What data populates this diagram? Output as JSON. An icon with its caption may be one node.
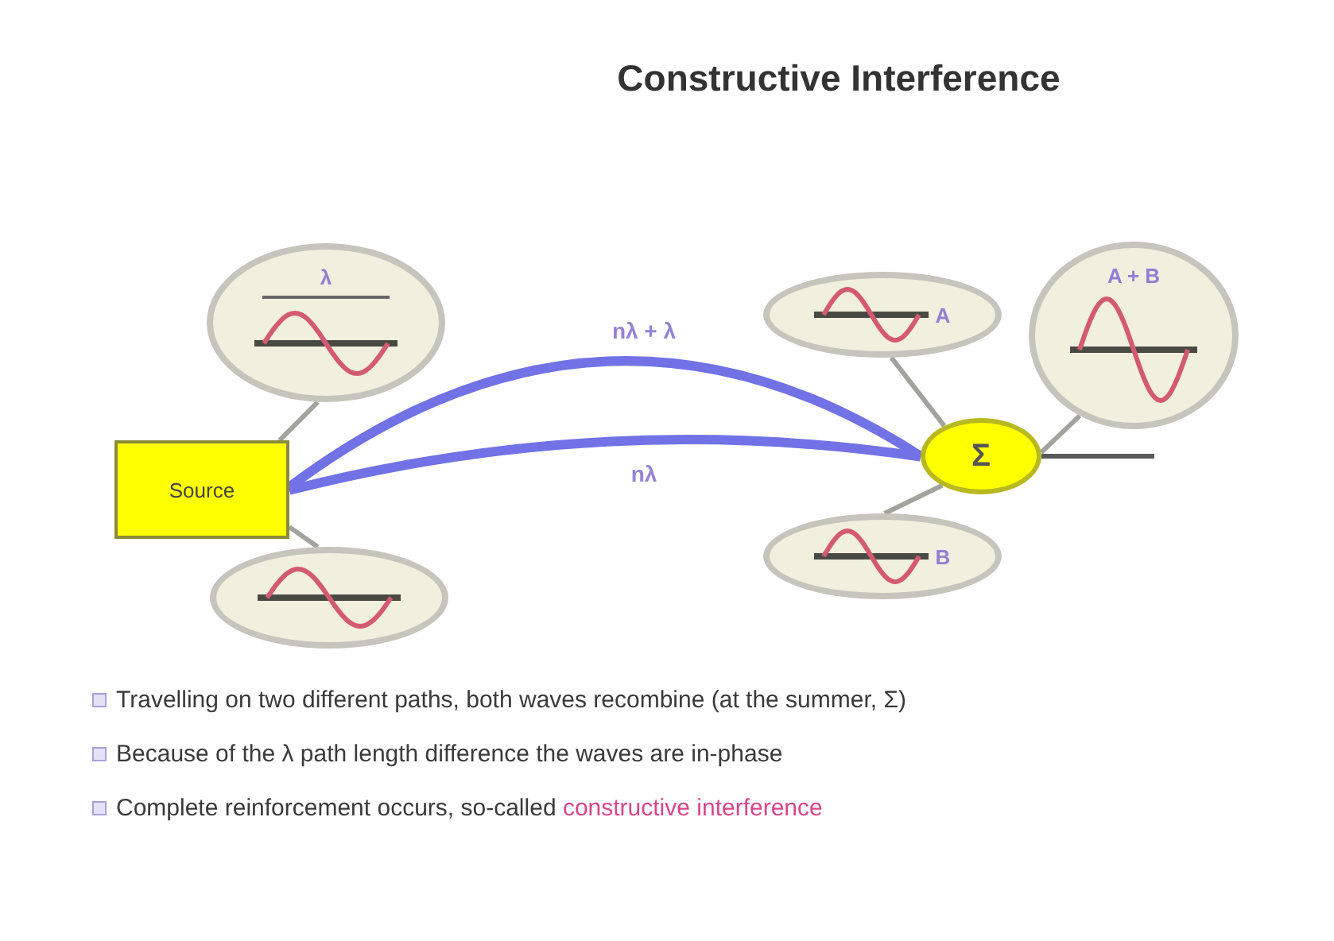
{
  "diagram": {
    "title": "Constructive Interference",
    "nodes": [
      {
        "text": [
          "Source"
        ]
      },
      {
        "text": [
          "λ"
        ]
      },
      {
        "text": [],
        "shape": "ellipse"
      },
      {
        "text": [
          "Σ"
        ]
      },
      {
        "text": [
          "A"
        ]
      },
      {
        "text": [
          "B"
        ]
      },
      {
        "text": [
          "A + B"
        ]
      }
    ],
    "edges": [
      {
        "from": 0,
        "to": 3,
        "arrow": "none",
        "label": "nλ + λ",
        "style": "thick",
        "color": "#7272e6"
      },
      {
        "from": 0,
        "to": 3,
        "arrow": "none",
        "label": "nλ",
        "style": "thick",
        "color": "#7272e6"
      },
      {
        "from": 1,
        "to": 0,
        "arrow": "none"
      },
      {
        "from": 2,
        "to": 0,
        "arrow": "none"
      },
      {
        "from": 4,
        "to": 3,
        "arrow": "none"
      },
      {
        "from": 5,
        "to": 3,
        "arrow": "none"
      },
      {
        "from": 6,
        "to": 3,
        "arrow": "none"
      },
      {
        "from": 3,
        "to": null,
        "arrow": "none",
        "color": "#5a5a5a"
      }
    ],
    "labels": [
      "Travelling on two different paths, both waves recombine (at the summer, Σ)",
      "Because of the  λ path length difference the waves are in-phase",
      "Complete reinforcement occurs, so-called **constructive interference**"
    ]
  }
}
